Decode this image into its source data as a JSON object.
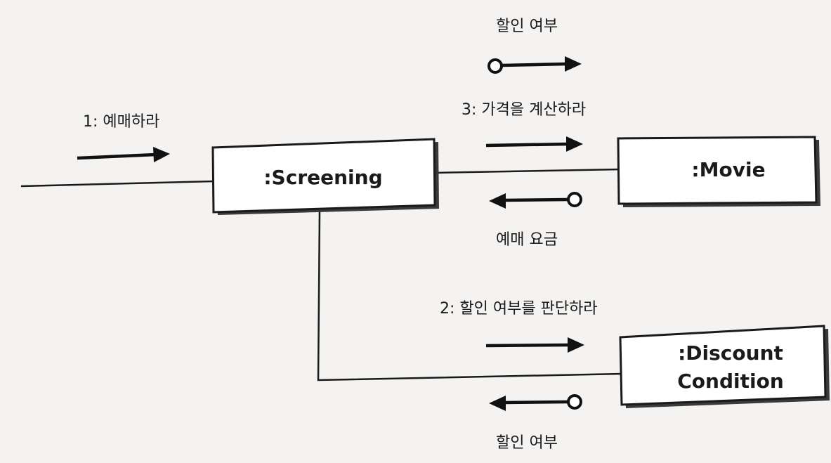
{
  "objects": {
    "screening": ":Screening",
    "movie": ":Movie",
    "discount_line1": ":Discount",
    "discount_line2": "Condition"
  },
  "messages": {
    "m1": "1: 예매하라",
    "m2": "2: 할인 여부를 판단하라",
    "m3": "3: 가격을 계산하라"
  },
  "data_flows": {
    "discount_top": "할인 여부",
    "fee": "예매 요금",
    "discount_bottom": "할인 여부"
  }
}
